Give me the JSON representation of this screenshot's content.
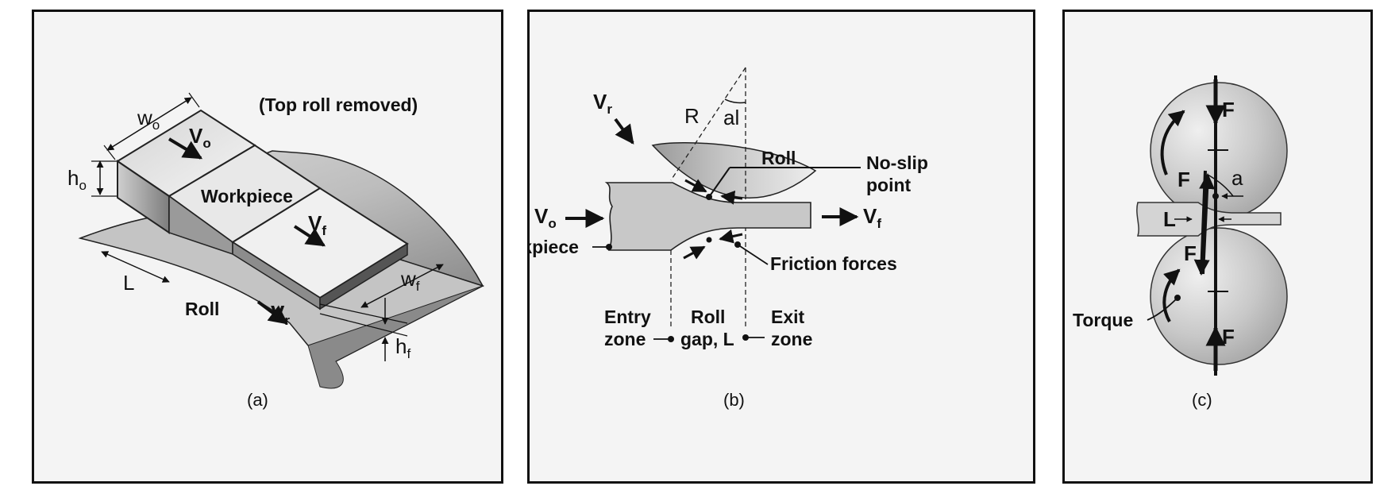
{
  "panel_a": {
    "caption": "(a)",
    "note": "(Top roll removed)",
    "workpiece": "Workpiece",
    "roll": "Roll",
    "w": "w",
    "w_o": "o",
    "w_f": "f",
    "h": "h",
    "h_o": "o",
    "h_f": "f",
    "v": "V",
    "v_o": "o",
    "v_f": "f",
    "v_r": "r",
    "length": "L"
  },
  "panel_b": {
    "caption": "(b)",
    "v": "V",
    "v_r": "r",
    "v_o": "o",
    "v_f": "f",
    "radius": "R",
    "angle": "al",
    "roll": "Roll",
    "no_slip_1": "No-slip",
    "no_slip_2": "point",
    "workpiece": "Workpiece",
    "friction": "Friction forces",
    "entry_1": "Entry",
    "entry_2": "zone",
    "gap_1": "Roll",
    "gap_2": "gap, L",
    "exit_1": "Exit",
    "exit_2": "zone"
  },
  "panel_c": {
    "caption": "(c)",
    "force": "F",
    "angle": "a",
    "length": "L",
    "torque": "Torque"
  }
}
